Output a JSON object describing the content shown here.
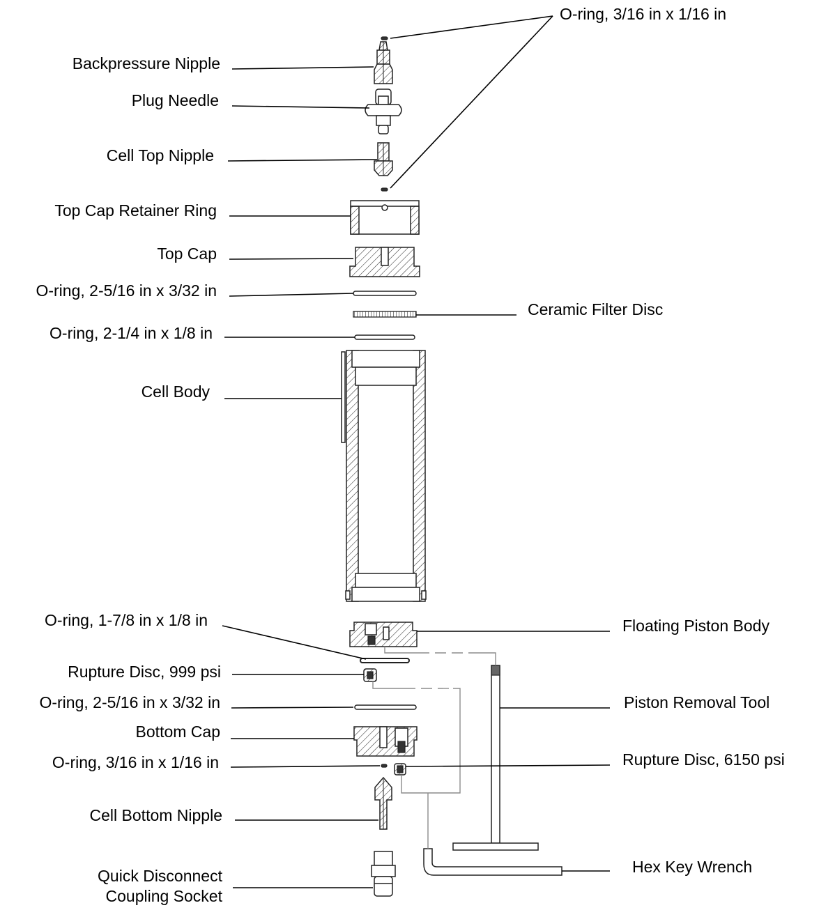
{
  "labels": {
    "oring_small_top": "O-ring, 3/16 in x 1/16 in",
    "backpressure_nipple": "Backpressure Nipple",
    "plug_needle": "Plug Needle",
    "cell_top_nipple": "Cell Top Nipple",
    "top_cap_retainer_ring": "Top Cap Retainer Ring",
    "top_cap": "Top Cap",
    "oring_2_5_16_top": "O-ring, 2-5/16 in x 3/32 in",
    "ceramic_filter_disc": "Ceramic Filter Disc",
    "oring_2_1_4": "O-ring, 2-1/4 in x 1/8 in",
    "cell_body": "Cell Body",
    "oring_1_7_8": "O-ring, 1-7/8 in x 1/8 in",
    "floating_piston_body": "Floating Piston Body",
    "rupture_disc_999": "Rupture Disc, 999 psi",
    "oring_2_5_16_bottom": "O-ring, 2-5/16 in x 3/32 in",
    "piston_removal_tool": "Piston Removal Tool",
    "bottom_cap": "Bottom Cap",
    "oring_small_bottom": "O-ring, 3/16 in x 1/16 in",
    "rupture_disc_6150": "Rupture Disc, 6150 psi",
    "cell_bottom_nipple": "Cell Bottom Nipple",
    "hex_key_wrench": "Hex Key Wrench",
    "quick_disconnect_line1": "Quick Disconnect",
    "quick_disconnect_line2": "Coupling Socket"
  }
}
